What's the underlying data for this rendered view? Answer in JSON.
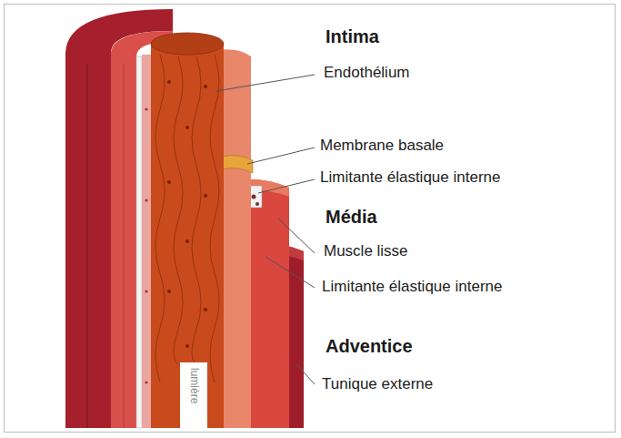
{
  "diagram": {
    "labels": [
      "Intima",
      "Endothélium",
      "Membrane basale",
      "Limitante élastique interne",
      "Média",
      "Muscle lisse",
      "Limitante élastique interne",
      "Adventice",
      "Tunique externe",
      "lumière"
    ]
  }
}
